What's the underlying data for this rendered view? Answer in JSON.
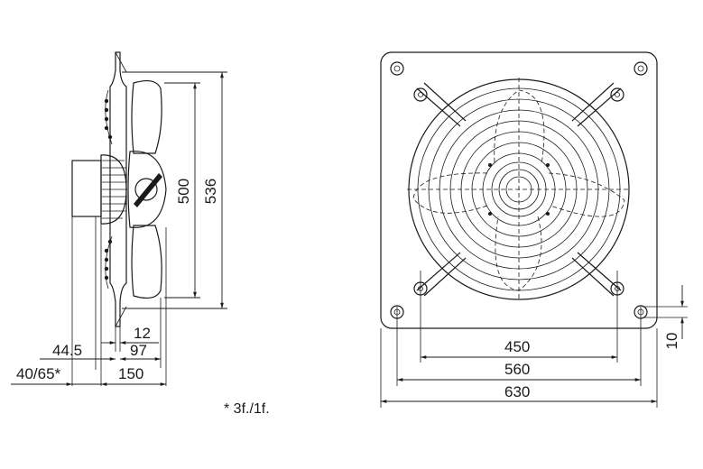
{
  "side_view": {
    "dimensions": {
      "blade_diameter": "500",
      "overall_height": "536",
      "flange_offset": "12",
      "motor_left": "44.5",
      "depth_97": "97",
      "motor_length": "40/65*",
      "depth_150": "150"
    }
  },
  "front_view": {
    "dimensions": {
      "hole_spacing_inner": "450",
      "hole_spacing_outer": "560",
      "plate_width": "630",
      "corner_offset": "10"
    }
  },
  "footnote": "* 3f./1f.",
  "colors": {
    "line": "#1a1a1a",
    "background": "#ffffff"
  }
}
